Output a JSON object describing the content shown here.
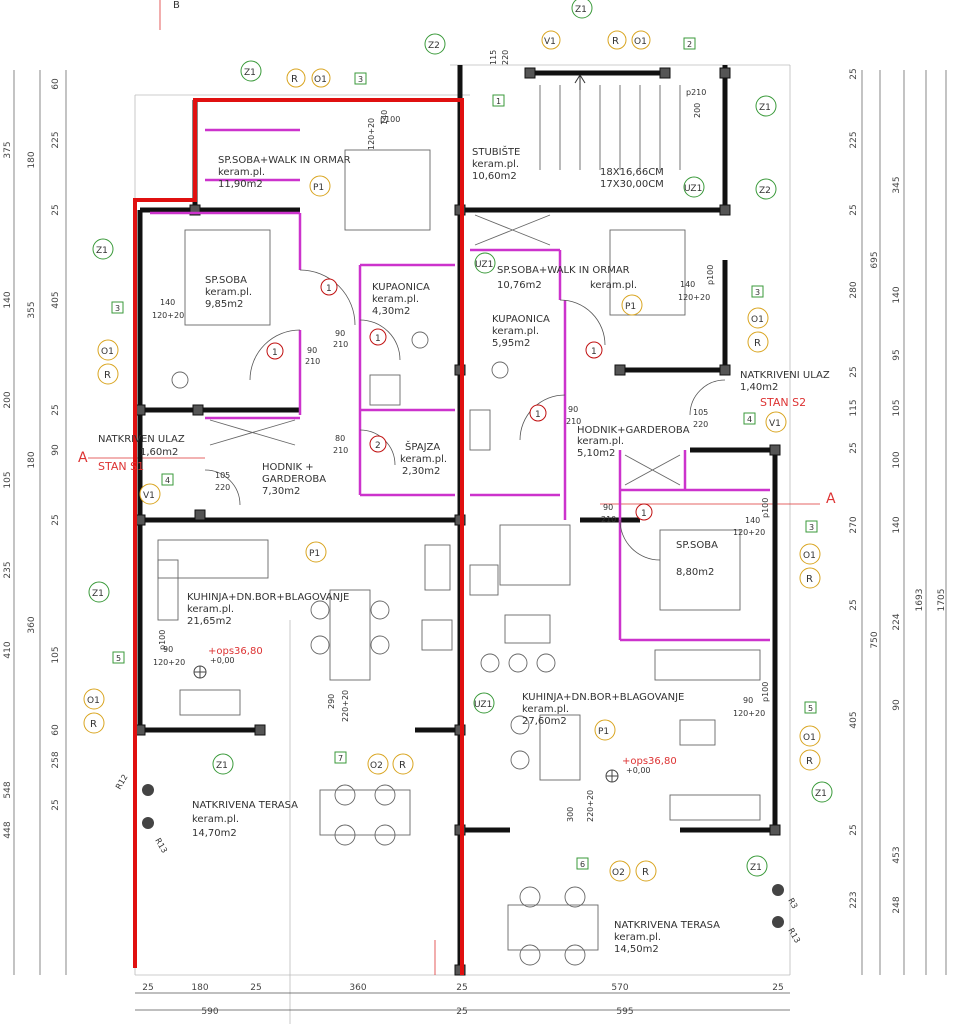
{
  "rooms": [
    {
      "id": "r1",
      "name": "SP.SOBA+WALK IN ORMAR",
      "floor": "keram.pl.",
      "area": "11,90m2"
    },
    {
      "id": "r2",
      "name": "SP.SOBA",
      "floor": "keram.pl.",
      "area": "9,85m2"
    },
    {
      "id": "r3",
      "name": "KUPAONICA",
      "floor": "keram.pl.",
      "area": "4,30m2"
    },
    {
      "id": "r4",
      "name": "STUBIŠTE",
      "floor": "keram.pl.",
      "area": "10,60m2"
    },
    {
      "id": "r5",
      "name": "SP.SOBA+WALK IN ORMAR",
      "floor": "keram.pl.",
      "area": "10,76m2"
    },
    {
      "id": "r6",
      "name": "KUPAONICA",
      "floor": "keram.pl.",
      "area": "5,95m2"
    },
    {
      "id": "r7",
      "name": "NATKRIVEN ULAZ",
      "floor": "",
      "area": "1,60m2"
    },
    {
      "id": "r8",
      "name": "HODNIK +",
      "name2": "GARDEROBA",
      "floor": "",
      "area": "7,30m2"
    },
    {
      "id": "r9",
      "name": "ŠPAJZA",
      "floor": "keram.pl.",
      "area": "2,30m2"
    },
    {
      "id": "r10",
      "name": "NATKRIVENI ULAZ",
      "floor": "",
      "area": "1,40m2"
    },
    {
      "id": "r11",
      "name": "HODNIK+GARDEROBA",
      "floor": "keram.pl.",
      "area": "5,10m2"
    },
    {
      "id": "r12",
      "name": "SP.SOBA",
      "floor": "",
      "area": "8,80m2"
    },
    {
      "id": "r13",
      "name": "KUHINJA+DN.BOR+BLAGOVANJE",
      "floor": "keram.pl.",
      "area": "21,65m2"
    },
    {
      "id": "r14",
      "name": "KUHINJA+DN.BOR+BLAGOVANJE",
      "floor": "keram.pl.",
      "area": "27,60m2"
    },
    {
      "id": "r15",
      "name": "NATKRIVENA TERASA",
      "floor": "keram.pl.",
      "area": "14,70m2"
    },
    {
      "id": "r16",
      "name": "NATKRIVENA TERASA",
      "floor": "keram.pl.",
      "area": "14,50m2"
    }
  ],
  "stair": {
    "line1": "18X16,66CM",
    "line2": "17X30,00CM"
  },
  "units": {
    "s1": "STAN S1",
    "s2": "STAN S2"
  },
  "section": {
    "left": "A",
    "right": "A",
    "top": "B"
  },
  "levels": {
    "left_top": "+ops36,80",
    "left_sub": "+0,00",
    "right_top": "+ops36,80",
    "right_sub": "+0,00"
  },
  "tags": {
    "z1": "Z1",
    "z2": "Z2",
    "v1": "V1",
    "uz1": "UZ1",
    "r": "R",
    "o1": "O1",
    "o2": "O2",
    "p1": "P1",
    "d1": "1",
    "d2": "2",
    "w1": "1",
    "w2": "2",
    "w3": "3",
    "w4": "4",
    "w5": "5",
    "w6": "6",
    "w7": "7"
  },
  "notes": {
    "w_140": "140",
    "w_12020": "120+20",
    "p100": "p100",
    "p210": "p210",
    "d90": "90",
    "d210": "210",
    "d80": "80",
    "d105": "105",
    "d220": "220",
    "w290": "290",
    "w220_20": "220+20",
    "w300": "300",
    "w115": "115",
    "w220": "220",
    "w200": "200",
    "r12": "R12",
    "r13": "R13",
    "r3": "R3"
  },
  "dims_bottom": {
    "row1": [
      "25",
      "180",
      "25",
      "360",
      "25",
      "570",
      "25"
    ],
    "row2": [
      "590",
      "25",
      "595"
    ]
  },
  "dims_left": {
    "c1": [
      "60",
      "225",
      "25",
      "405",
      "25",
      "90",
      "25",
      "105",
      "60",
      "258",
      "25"
    ],
    "c2": [
      "375",
      "140",
      "200",
      "105",
      "235",
      "410",
      "548",
      "448"
    ],
    "c3": [
      "180",
      "355",
      "180",
      "360"
    ]
  },
  "dims_right": {
    "c1": [
      "25",
      "225",
      "25",
      "280",
      "25",
      "115",
      "25",
      "270",
      "25",
      "405",
      "25",
      "223"
    ],
    "c2": [
      "345",
      "140",
      "95",
      "105",
      "100",
      "140",
      "224",
      "90",
      "453",
      "248"
    ],
    "c3": [
      "695",
      "750"
    ],
    "c4": [
      "1693"
    ],
    "c5": [
      "1705"
    ]
  }
}
